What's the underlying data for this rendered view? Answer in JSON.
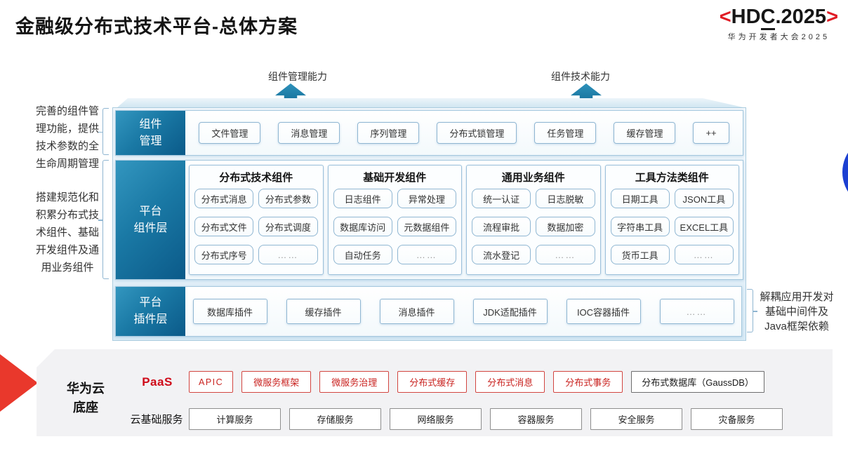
{
  "title": "金融级分布式技术平台-总体方案",
  "logo": {
    "open": "<",
    "hd": "HD",
    "c": "C",
    "rest": ".2025",
    "close": ">",
    "subtitle": "华为开发者大会2025"
  },
  "capability_arrows": {
    "left": "组件管理能力",
    "right": "组件技术能力"
  },
  "annotations": {
    "left_top": "完善的组件管\n理功能，提供\n技术参数的全\n生命周期管理",
    "left_bottom": "搭建规范化和\n积累分布式技\n术组件、基础\n开发组件及通\n用业务组件",
    "right": "解耦应用开发对\n基础中间件及\nJava框架依赖"
  },
  "rows": {
    "management": {
      "label": "组件\n管理",
      "items": [
        "文件管理",
        "消息管理",
        "序列管理",
        "分布式锁管理",
        "任务管理",
        "缓存管理",
        "++"
      ]
    },
    "components": {
      "label": "平台\n组件层",
      "groups": [
        {
          "title": "分布式技术组件",
          "items": [
            "分布式消息",
            "分布式参数",
            "分布式文件",
            "分布式调度",
            "分布式序号",
            "……"
          ]
        },
        {
          "title": "基础开发组件",
          "items": [
            "日志组件",
            "异常处理",
            "数据库访问",
            "元数据组件",
            "自动任务",
            "……"
          ]
        },
        {
          "title": "通用业务组件",
          "items": [
            "统一认证",
            "日志脱敏",
            "流程审批",
            "数据加密",
            "流水登记",
            "……"
          ]
        },
        {
          "title": "工具方法类组件",
          "items": [
            "日期工具",
            "JSON工具",
            "字符串工具",
            "EXCEL工具",
            "货币工具",
            "……"
          ]
        }
      ]
    },
    "plugins": {
      "label": "平台\n插件层",
      "items": [
        "数据库插件",
        "缓存插件",
        "消息插件",
        "JDK适配插件",
        "IOC容器插件",
        "……"
      ]
    }
  },
  "foundation": {
    "label": "华为云\n底座",
    "paas": {
      "label": "PaaS",
      "items": [
        "APIC",
        "微服务框架",
        "微服务治理",
        "分布式缓存",
        "分布式消息",
        "分布式事务"
      ],
      "db": "分布式数据库（GaussDB）"
    },
    "iaas": {
      "label": "云基础服务",
      "items": [
        "计算服务",
        "存储服务",
        "网络服务",
        "容器服务",
        "安全服务",
        "灾备服务"
      ]
    }
  },
  "colors": {
    "layer_label_gradient_start": "#3396bf",
    "layer_label_gradient_end": "#0b5a89",
    "chip_border_blue": "#8fb6d2",
    "teal_arrow": "#15709a",
    "hdc_red": "#e01b24",
    "paas_red": "#c9221f",
    "panel_gray": "#f2f2f4",
    "blue_circle": "#1c40d2",
    "red_arrow": "#e9382c"
  }
}
